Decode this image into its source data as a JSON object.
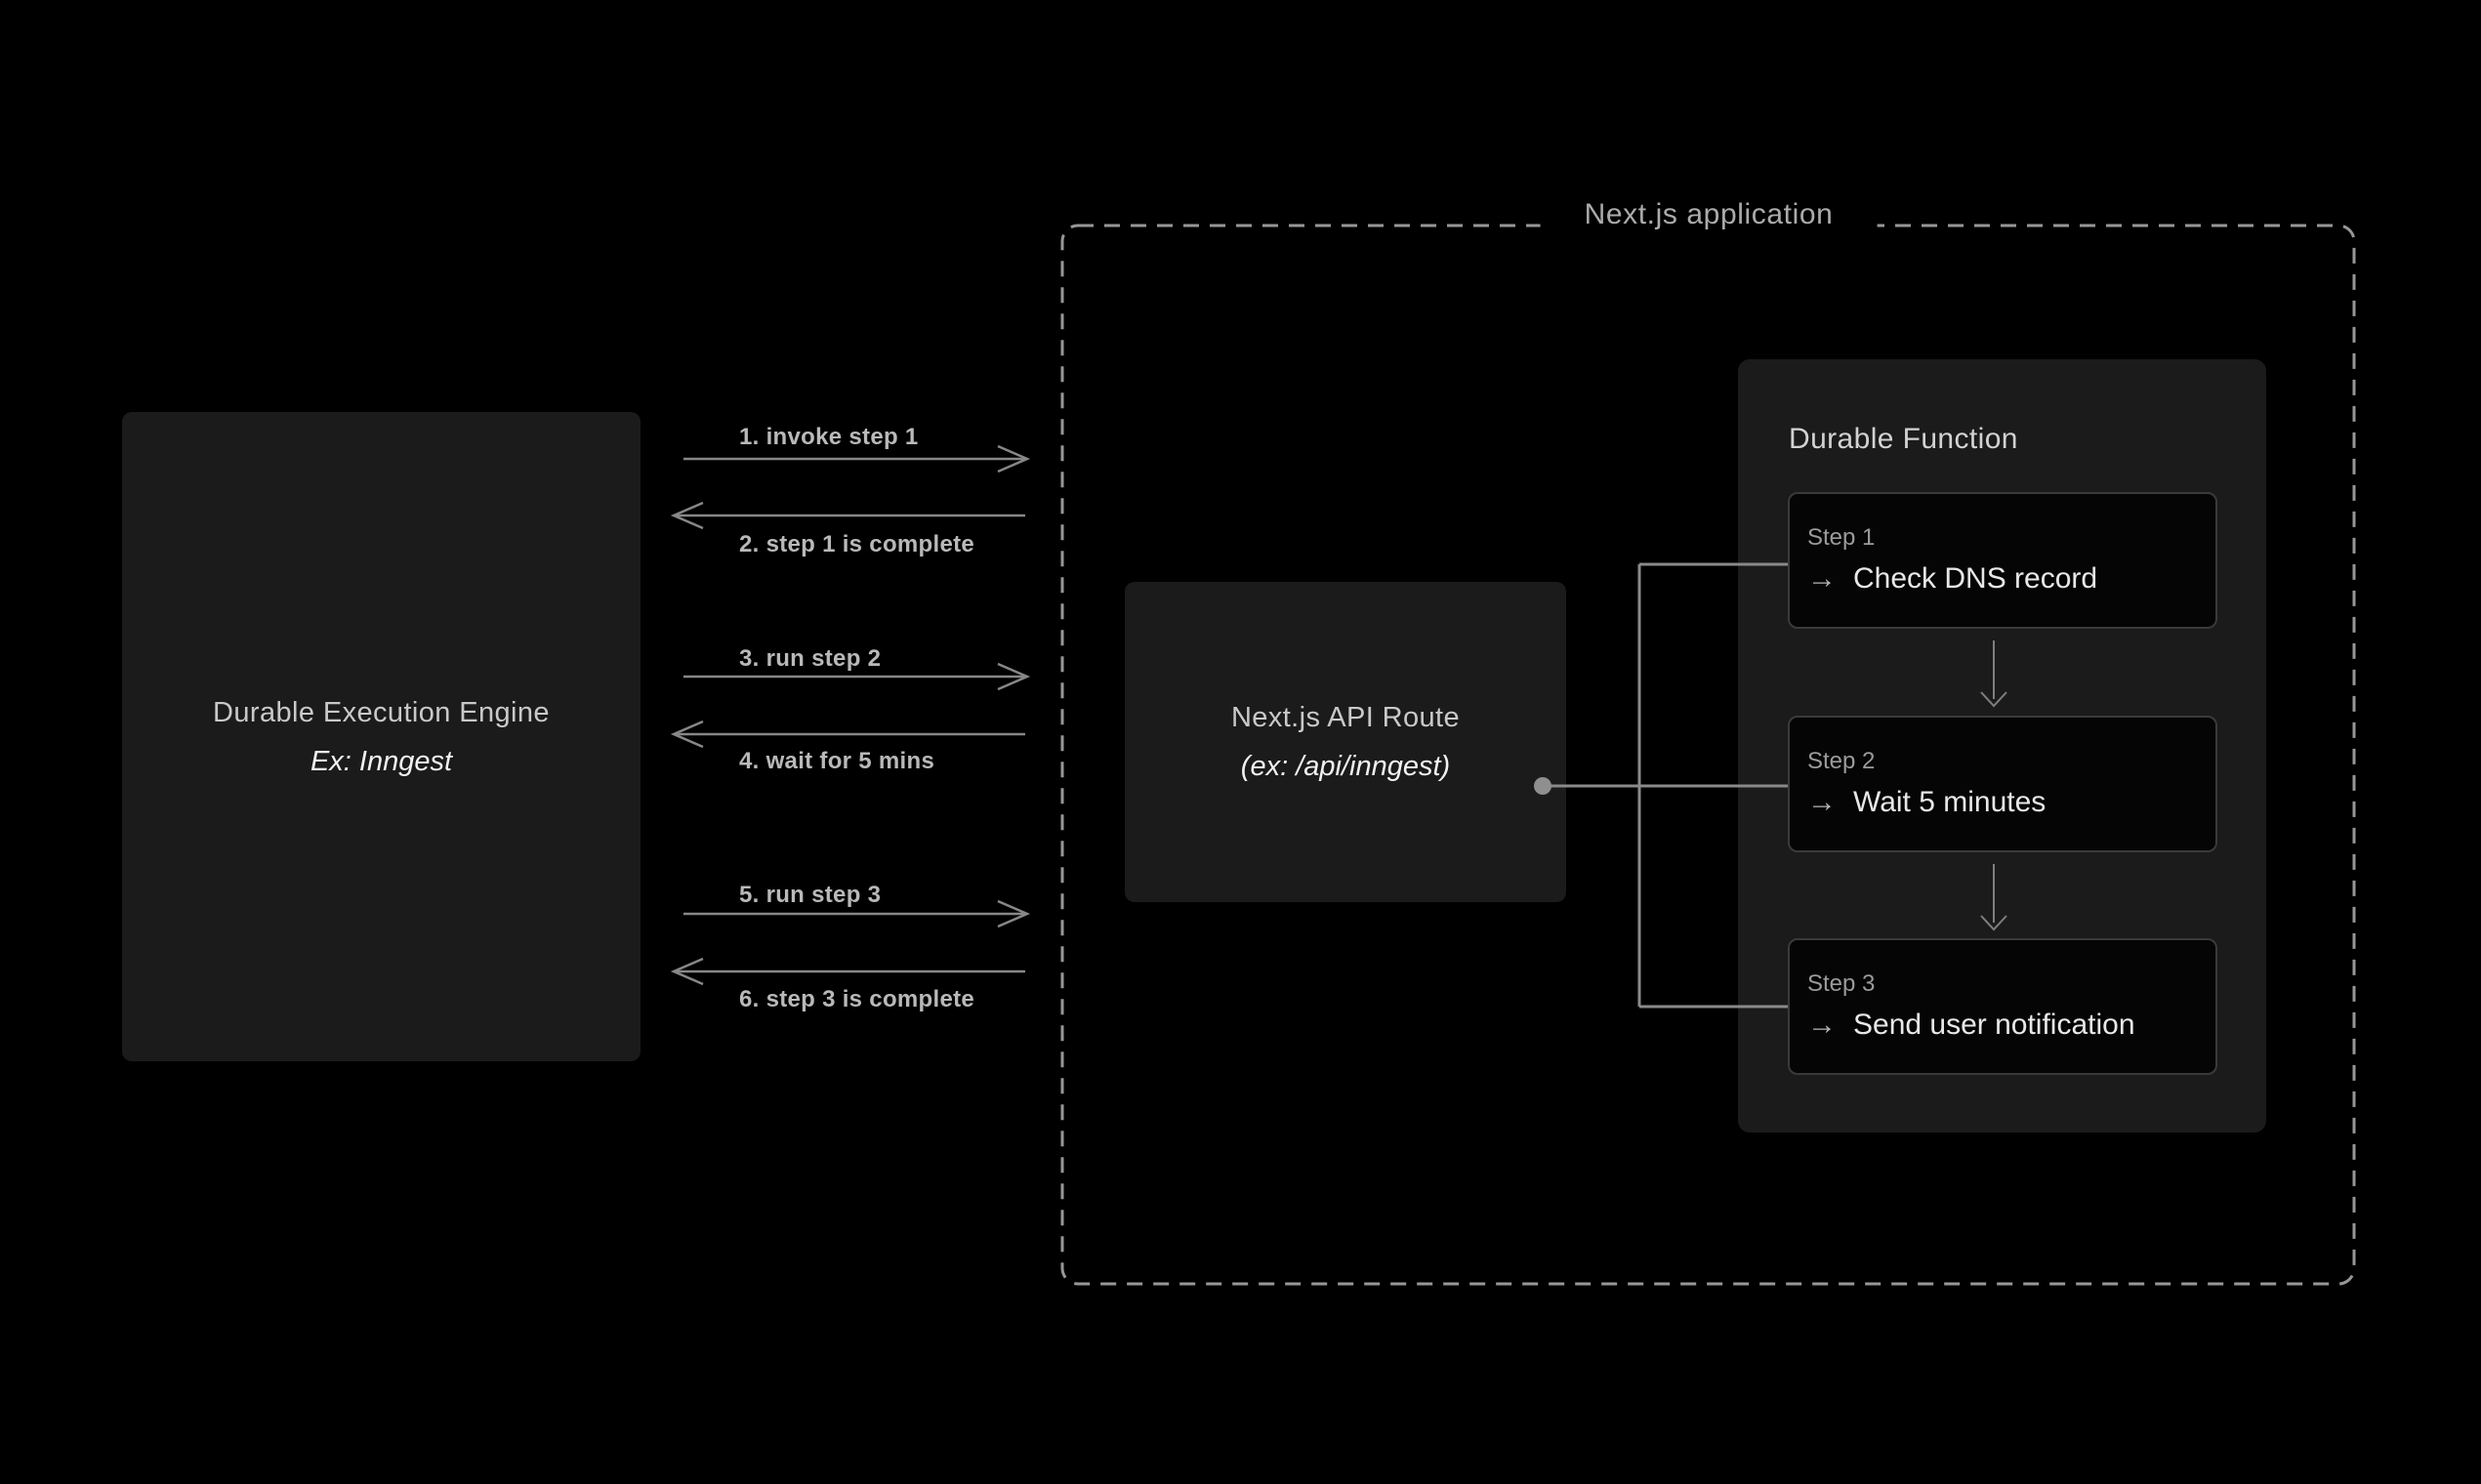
{
  "diagram": {
    "engine_box": {
      "title": "Durable Execution Engine",
      "subtitle": "Ex: Inngest"
    },
    "sequence": [
      {
        "label": "1. invoke step 1",
        "direction": "right"
      },
      {
        "label": "2. step 1 is complete",
        "direction": "left"
      },
      {
        "label": "3. run step 2",
        "direction": "right"
      },
      {
        "label": "4. wait for 5 mins",
        "direction": "left"
      },
      {
        "label": "5. run step 3",
        "direction": "right"
      },
      {
        "label": "6. step 3 is complete",
        "direction": "left"
      }
    ],
    "nextjs_app": {
      "label": "Next.js application"
    },
    "api_route": {
      "title": "Next.js API Route",
      "subtitle": "(ex: /api/inngest)"
    },
    "durable_function": {
      "title": "Durable Function",
      "arrow_glyph": "→",
      "steps": [
        {
          "label": "Step 1",
          "action": "Check DNS record"
        },
        {
          "label": "Step 2",
          "action": "Wait 5 minutes"
        },
        {
          "label": "Step 3",
          "action": "Send user notification"
        }
      ]
    },
    "colors": {
      "background": "#000000",
      "box_fill": "#1b1b1b",
      "step_fill": "#050505",
      "step_border": "#3a3a3a",
      "dashed_border": "#979797",
      "line_gray": "#8a8a8a",
      "dot_gray": "#8f8f8f",
      "text_primary": "#f2f2f2",
      "text_secondary": "#c9c9c9",
      "text_muted": "#9b9b9b",
      "label_gray": "#b9b9b9"
    }
  }
}
